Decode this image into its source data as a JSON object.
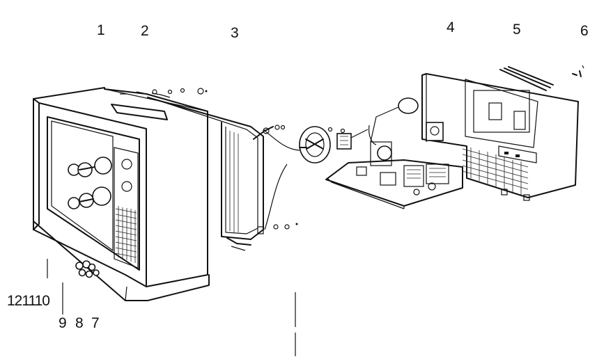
{
  "callouts": {
    "c1": "1",
    "c2": "2",
    "c3": "3",
    "c4": "4",
    "c5": "5",
    "c6": "6",
    "c121110": "121110",
    "c9": "9",
    "c8": "8",
    "c7": "7"
  },
  "colors": {
    "ink": "#111111",
    "paper": "#ffffff"
  }
}
